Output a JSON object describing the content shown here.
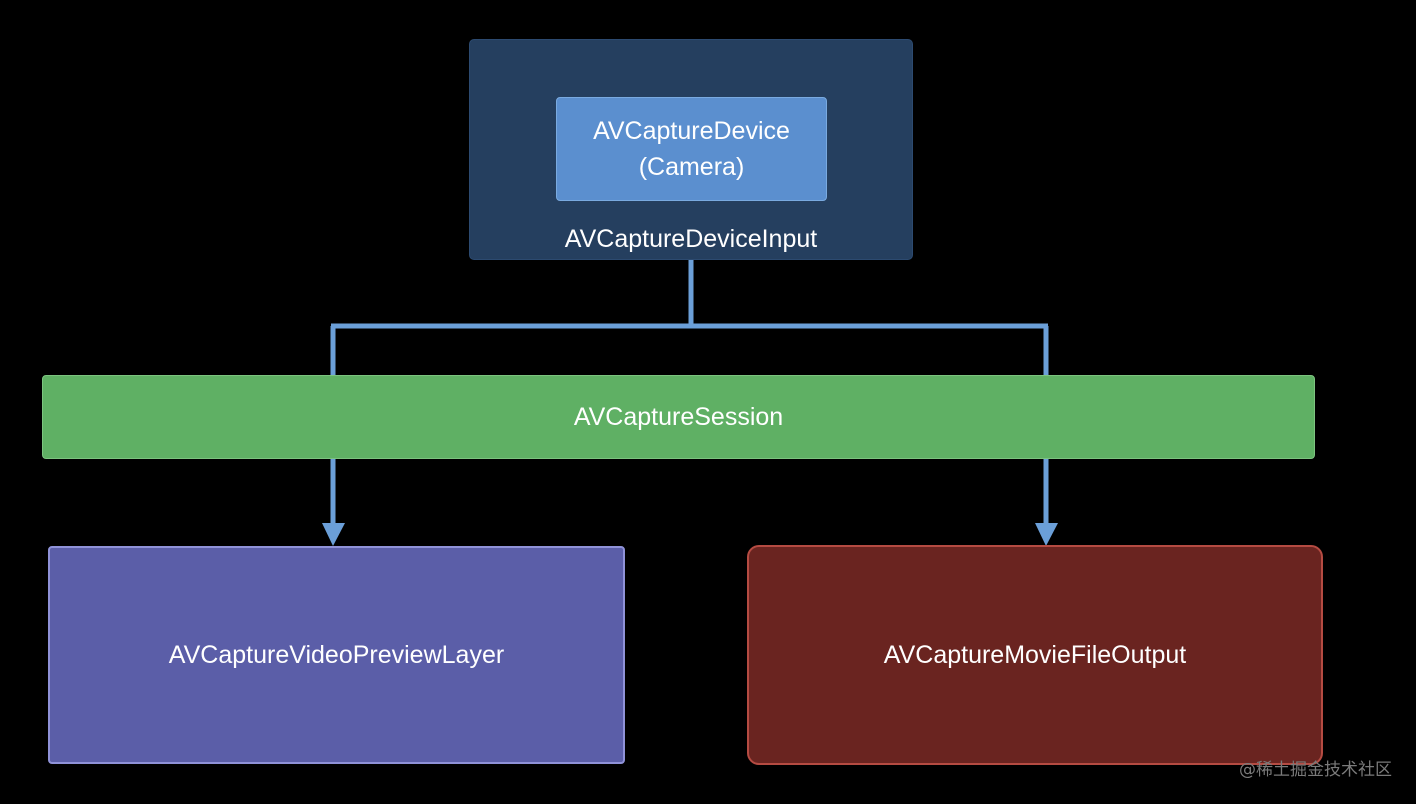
{
  "diagram": {
    "input_container": {
      "label": "AVCaptureDeviceInput",
      "color": "#253f5f"
    },
    "device": {
      "line1": "AVCaptureDevice",
      "line2": "(Camera)",
      "color": "#5b8fcf"
    },
    "session": {
      "label": "AVCaptureSession",
      "color": "#5fb064"
    },
    "preview_layer": {
      "label": "AVCaptureVideoPreviewLayer",
      "color": "#5b5ea8"
    },
    "movie_output": {
      "label": "AVCaptureMovieFileOutput",
      "color": "#6a2420"
    },
    "connector_color": "#6b9fd8"
  },
  "watermark": "@稀土掘金技术社区"
}
